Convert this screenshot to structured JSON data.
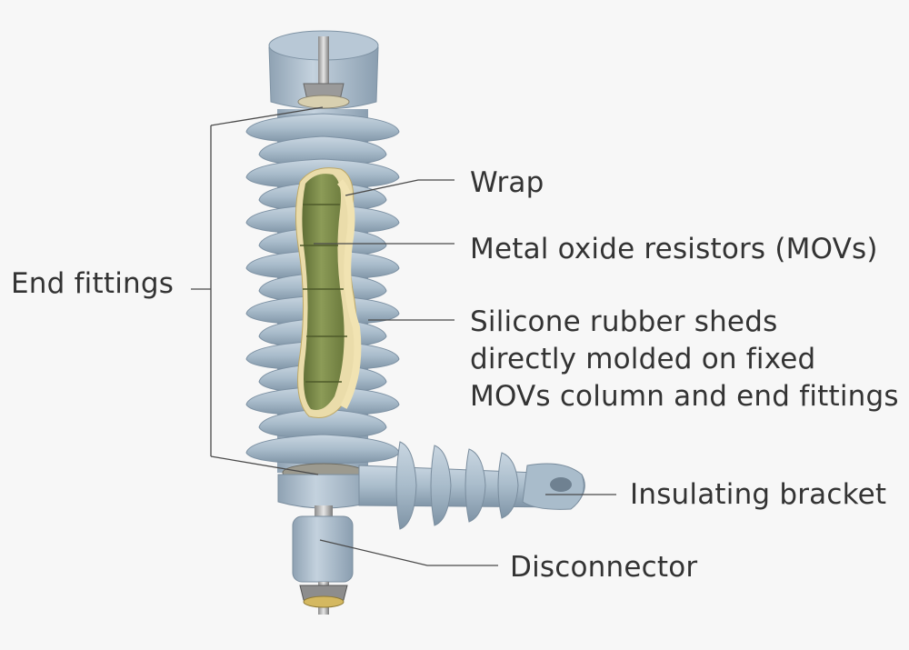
{
  "labels": {
    "wrap": "Wrap",
    "movs": "Metal oxide resistors (MOVs)",
    "sheds": [
      "Silicone rubber sheds",
      "directly molded on fixed",
      "MOVs column and end fittings"
    ],
    "end_fittings": "End fittings",
    "bracket": "Insulating bracket",
    "disconnector": "Disconnector"
  },
  "colors": {
    "background": "#f7f7f7",
    "housing": "#9fb1c1",
    "mov": "#7a8a48",
    "wrap": "#e2cd86",
    "leader": "#4a4a4a"
  }
}
